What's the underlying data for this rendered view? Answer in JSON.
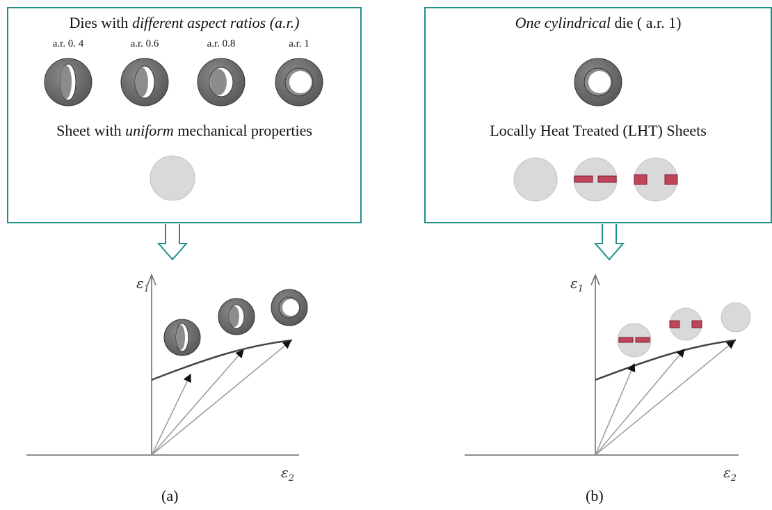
{
  "panel_a": {
    "heading_prefix": "Dies with ",
    "heading_italic": "different aspect ratios (a.r.)",
    "die_labels": [
      "a.r. 0. 4",
      "a.r. 0.6",
      "a.r. 0.8",
      "a.r. 1"
    ],
    "sheet_prefix": "Sheet with ",
    "sheet_italic": "uniform",
    "sheet_suffix": " mechanical  properties",
    "caption": "(a)"
  },
  "panel_b": {
    "heading_italic": "One cylindrical",
    "heading_suffix": " die ( a.r. 1)",
    "sheet_title": "Locally Heat Treated (LHT) Sheets",
    "caption": "(b)"
  },
  "axes": {
    "y_symbol": "ε",
    "y_sub": "1",
    "x_symbol": "ε",
    "x_sub": "2"
  },
  "colors": {
    "frame": "#1f8f87",
    "die": "#6b6b6b",
    "sheet": "#d9d9d9",
    "heat_treated_strip": "#c0455a"
  }
}
